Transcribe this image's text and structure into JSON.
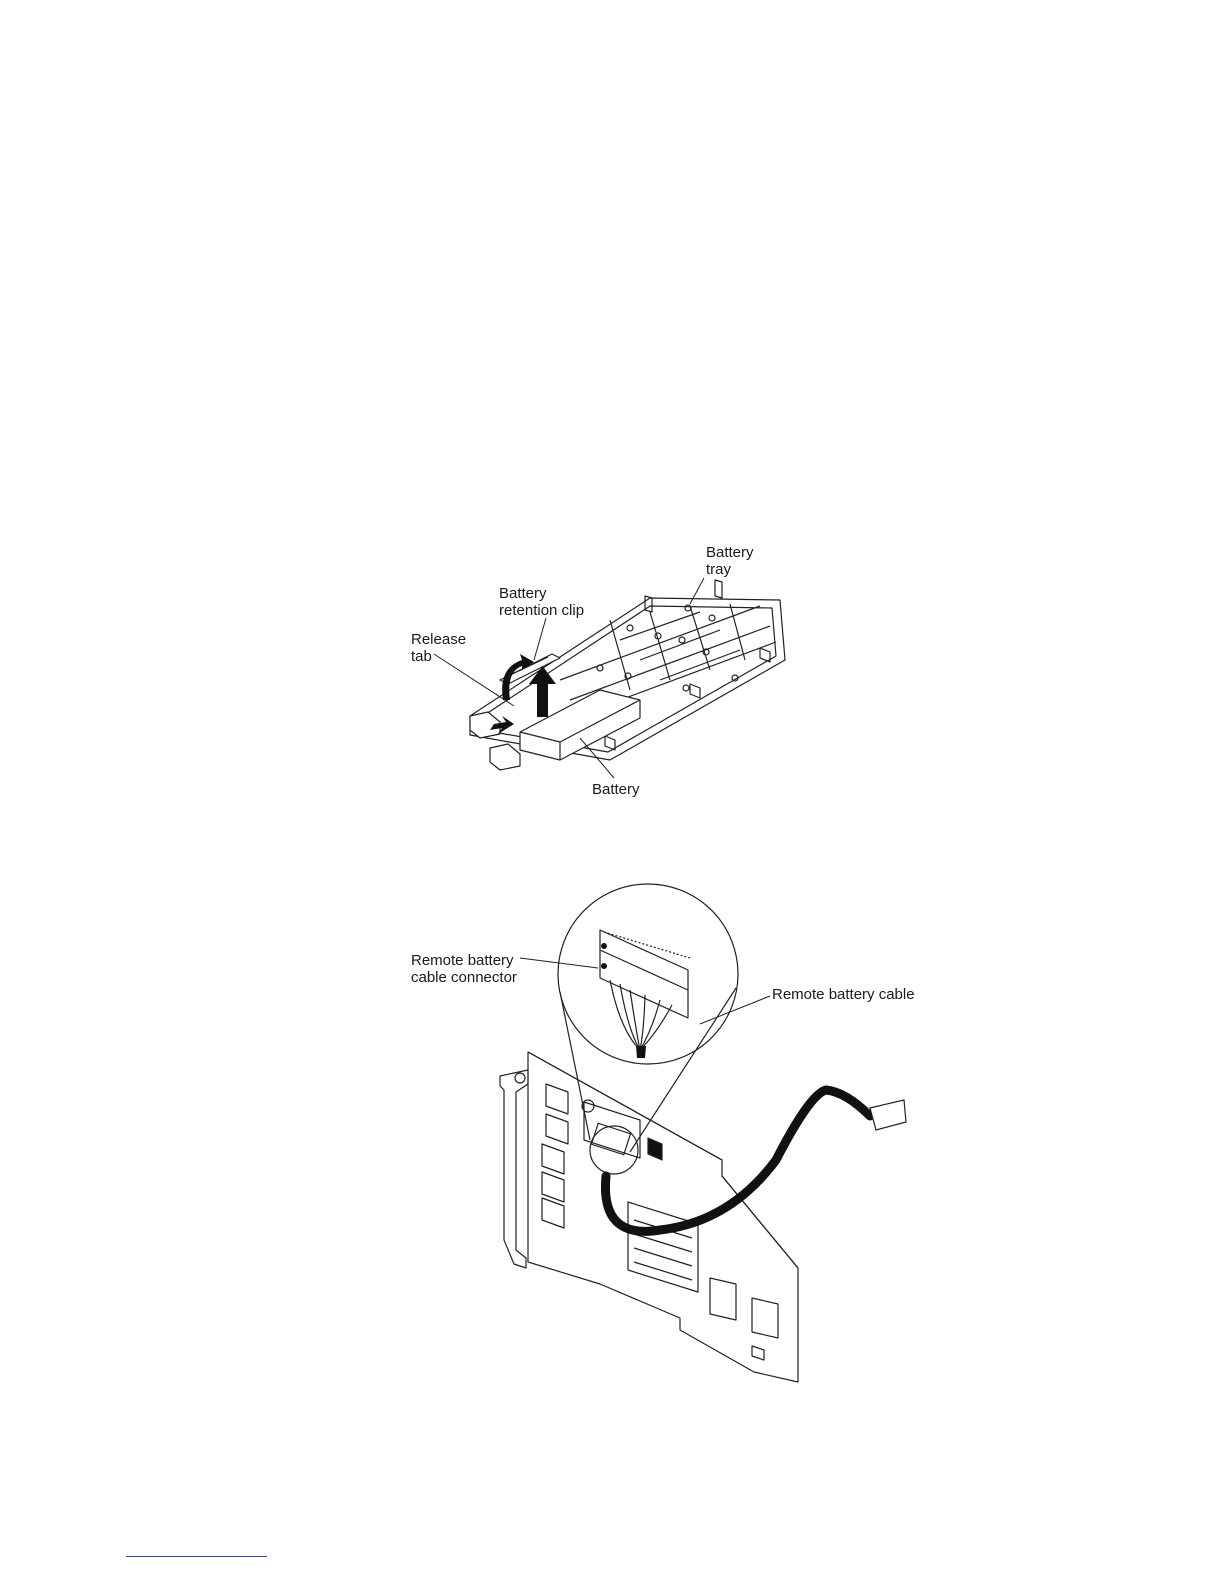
{
  "figure1": {
    "labels": {
      "battery_tray_line1": "Battery",
      "battery_tray_line2": "tray",
      "retention_clip_line1": "Battery",
      "retention_clip_line2": "retention clip",
      "release_tab_line1": "Release",
      "release_tab_line2": "tab",
      "battery": "Battery"
    }
  },
  "figure2": {
    "labels": {
      "connector_line1": "Remote battery",
      "connector_line2": "cable connector",
      "cable": "Remote battery cable"
    }
  }
}
